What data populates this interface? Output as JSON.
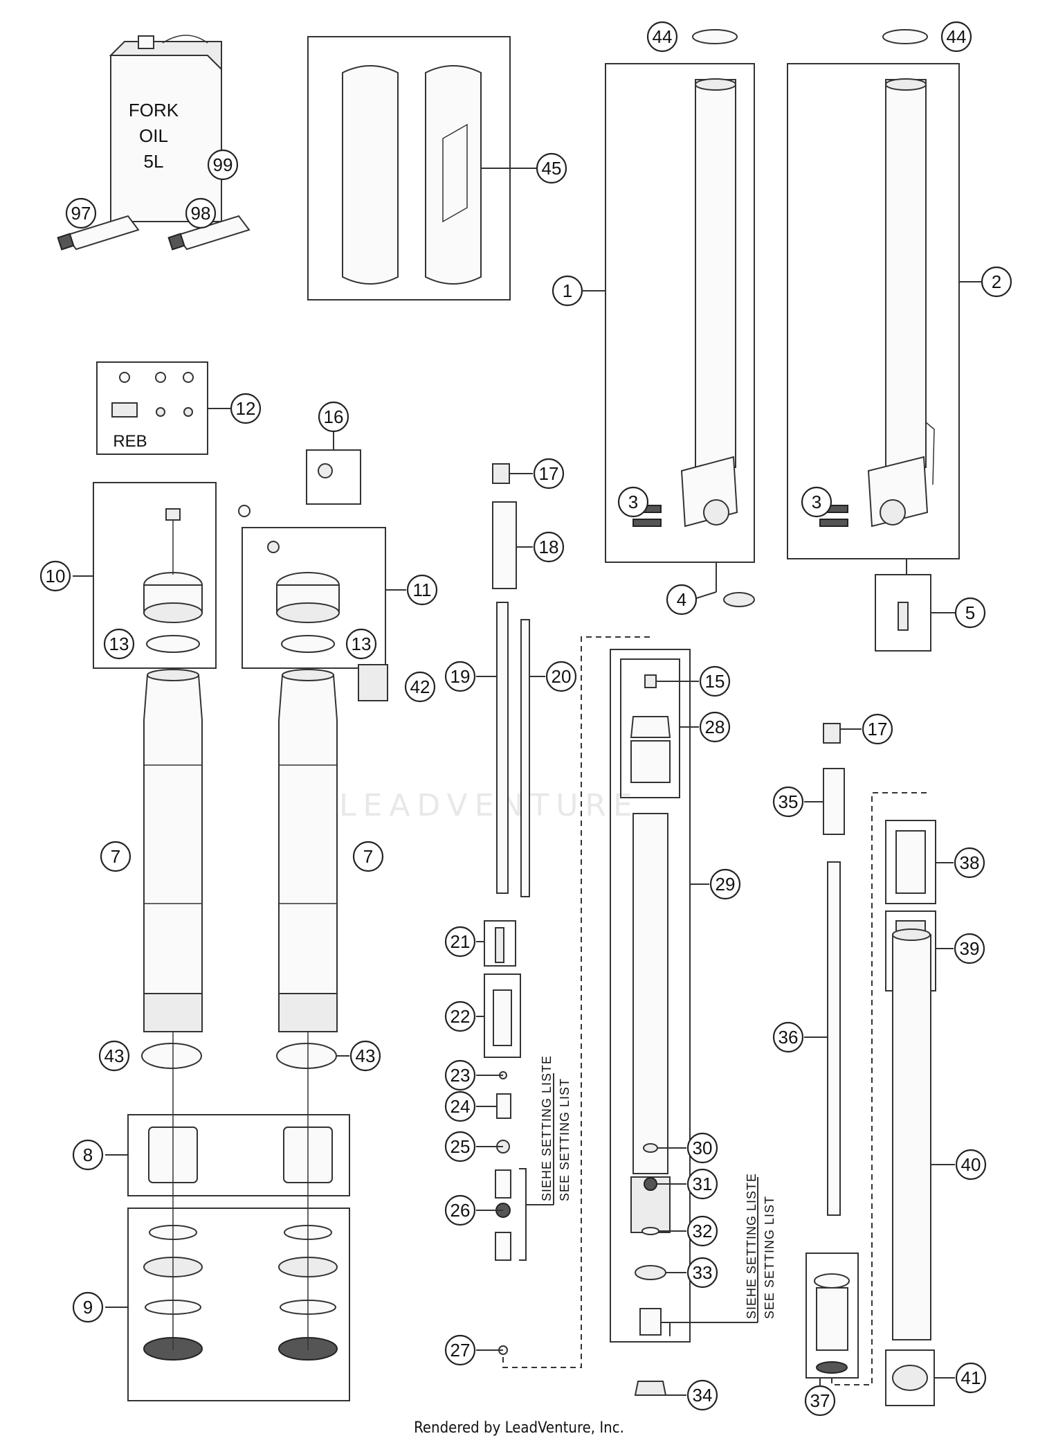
{
  "oil_can": {
    "line1": "FORK",
    "line2": "OIL",
    "line3": "5L"
  },
  "kit_label": "REB",
  "watermark": "LEADVENTURE",
  "setting_note": {
    "de": "SIEHE SETTING LISTE",
    "en": "SEE SETTING LIST"
  },
  "footer": "Rendered by LeadVenture, Inc.",
  "callouts": {
    "c1": "1",
    "c2": "2",
    "c3a": "3",
    "c3b": "3",
    "c4": "4",
    "c5": "5",
    "c7a": "7",
    "c7b": "7",
    "c8": "8",
    "c9": "9",
    "c10": "10",
    "c11": "11",
    "c12": "12",
    "c13a": "13",
    "c13b": "13",
    "c15": "15",
    "c16": "16",
    "c17a": "17",
    "c17b": "17",
    "c18": "18",
    "c19": "19",
    "c20": "20",
    "c21": "21",
    "c22": "22",
    "c23": "23",
    "c24": "24",
    "c25": "25",
    "c26": "26",
    "c27": "27",
    "c28": "28",
    "c29": "29",
    "c30": "30",
    "c31": "31",
    "c32": "32",
    "c33": "33",
    "c34": "34",
    "c35": "35",
    "c36": "36",
    "c37": "37",
    "c38": "38",
    "c39": "39",
    "c40": "40",
    "c41": "41",
    "c42": "42",
    "c43a": "43",
    "c43b": "43",
    "c44a": "44",
    "c44b": "44",
    "c45": "45",
    "c97": "97",
    "c98": "98",
    "c99": "99"
  }
}
